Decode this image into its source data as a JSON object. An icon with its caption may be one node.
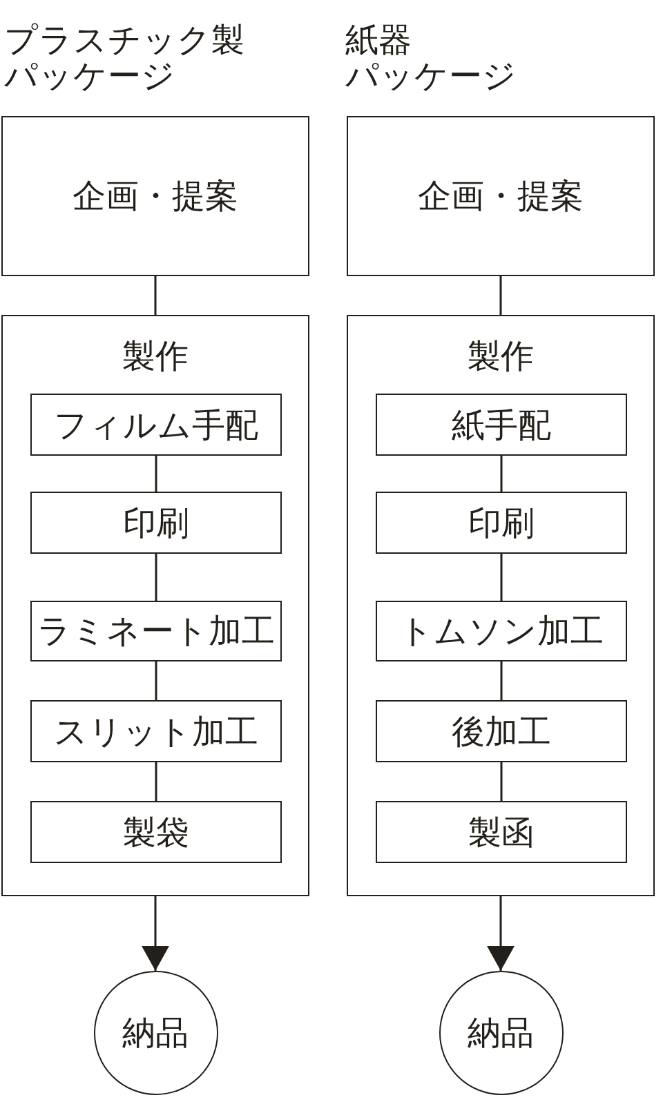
{
  "diagram": {
    "nodes": [
      {
        "text": [
          "企画・提案"
        ]
      },
      {
        "text": [
          "製作"
        ]
      },
      {
        "text": [
          "フィルム手配"
        ],
        "in": 1
      },
      {
        "text": [
          "印刷"
        ],
        "in": 1
      },
      {
        "text": [
          "ラミネート加工"
        ],
        "in": 1
      },
      {
        "text": [
          "スリット加工"
        ],
        "in": 1
      },
      {
        "text": [
          "製袋"
        ],
        "in": 1
      },
      {
        "text": [
          "納品"
        ]
      },
      {
        "text": [
          "企画・提案"
        ]
      },
      {
        "text": [
          "製作"
        ]
      },
      {
        "text": [
          "紙手配"
        ],
        "in": 9
      },
      {
        "text": [
          "印刷"
        ],
        "in": 9
      },
      {
        "text": [
          "トムソン加工"
        ],
        "in": 9
      },
      {
        "text": [
          "後加工"
        ],
        "in": 9
      },
      {
        "text": [
          "製函"
        ],
        "in": 9
      },
      {
        "text": [
          "納品"
        ]
      }
    ],
    "edges": [
      {
        "from": 0,
        "to": 1,
        "arrow": "none"
      },
      {
        "from": 2,
        "to": 3,
        "arrow": "none"
      },
      {
        "from": 3,
        "to": 4,
        "arrow": "none"
      },
      {
        "from": 4,
        "to": 5,
        "arrow": "none"
      },
      {
        "from": 5,
        "to": 6,
        "arrow": "none"
      },
      {
        "from": 1,
        "to": 7,
        "arrow": "to"
      },
      {
        "from": 8,
        "to": 9,
        "arrow": "none"
      },
      {
        "from": 10,
        "to": 11,
        "arrow": "none"
      },
      {
        "from": 11,
        "to": 12,
        "arrow": "none"
      },
      {
        "from": 12,
        "to": 13,
        "arrow": "none"
      },
      {
        "from": 13,
        "to": 14,
        "arrow": "none"
      },
      {
        "from": 9,
        "to": 15,
        "arrow": "to"
      }
    ],
    "labels": [
      "プラスチック製パッケージ",
      "紙器パッケージ"
    ]
  }
}
